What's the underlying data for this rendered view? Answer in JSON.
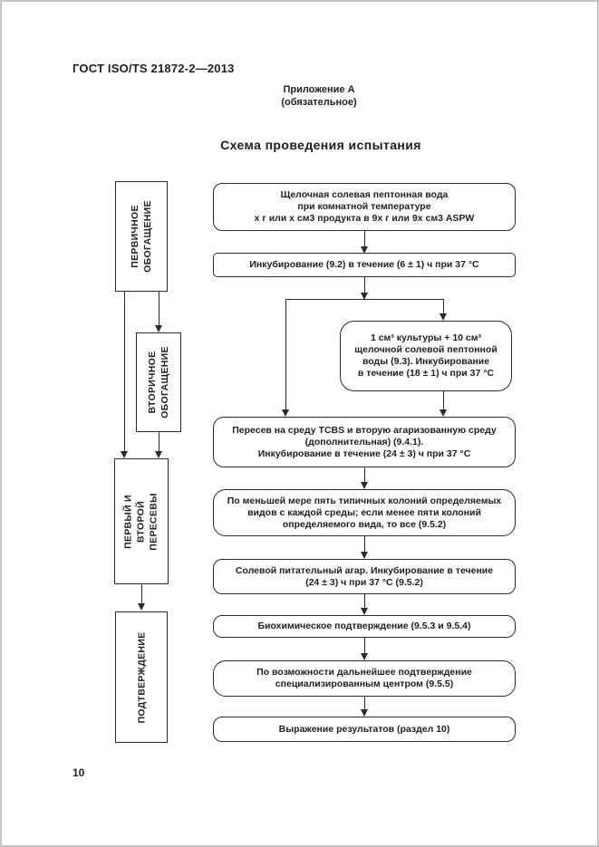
{
  "page": {
    "doc_header": "ГОСТ ISO/TS 21872-2—2013",
    "appendix": "Приложение А\n(обязательное)",
    "diagram_title": "Схема проведения испытания",
    "page_number": "10"
  },
  "flowchart": {
    "stages": [
      {
        "label": "ПЕРВИЧНОЕ\nОБОГАЩЕНИЕ"
      },
      {
        "label": "ВТОРИЧНОЕ\nОБОГАЩЕНИЕ"
      },
      {
        "label": "ПЕРВЫЙ И ВТОРОЙ\nПЕРЕСЕВЫ"
      },
      {
        "label": "ПОДТВЕРЖДЕНИЕ"
      }
    ],
    "steps": [
      {
        "text": "Щелочная солевая пептонная вода\nпри комнатной температуре\nх г или х см3 продукта в 9х г или 9х см3 ASPW"
      },
      {
        "text": "Инкубирование (9.2) в течение (6 ± 1) ч при 37 °С"
      },
      {
        "text": "1 см³ культуры + 10 см³\nщелочной солевой пептонной\nводы (9.3). Инкубирование\nв течение (18 ± 1) ч при 37 °С"
      },
      {
        "text": "Пересев на среду TCBS и вторую агаризованную среду\n(дополнительная) (9.4.1).\nИнкубирование в течение (24 ± 3) ч при 37 °С"
      },
      {
        "text": "По меньшей мере пять типичных колоний определяемых\nвидов с каждой среды; если менее пяти колоний\nопределяемого вида, то все (9.5.2)"
      },
      {
        "text": "Солевой питательный агар. Инкубирование в течение\n(24 ± 3) ч при 37 °С (9.5.2)"
      },
      {
        "text": "Биохимическое подтверждение (9.5.3 и 9.5.4)"
      },
      {
        "text": "По возможности дальнейшее подтверждение\nспециализированным центром (9.5.5)"
      },
      {
        "text": "Выражение результатов (раздел 10)"
      }
    ]
  },
  "colors": {
    "ink": "#2a2a2a",
    "text": "#1f1f1f",
    "page_frame": "#c4c4c4",
    "background": "#ffffff"
  }
}
